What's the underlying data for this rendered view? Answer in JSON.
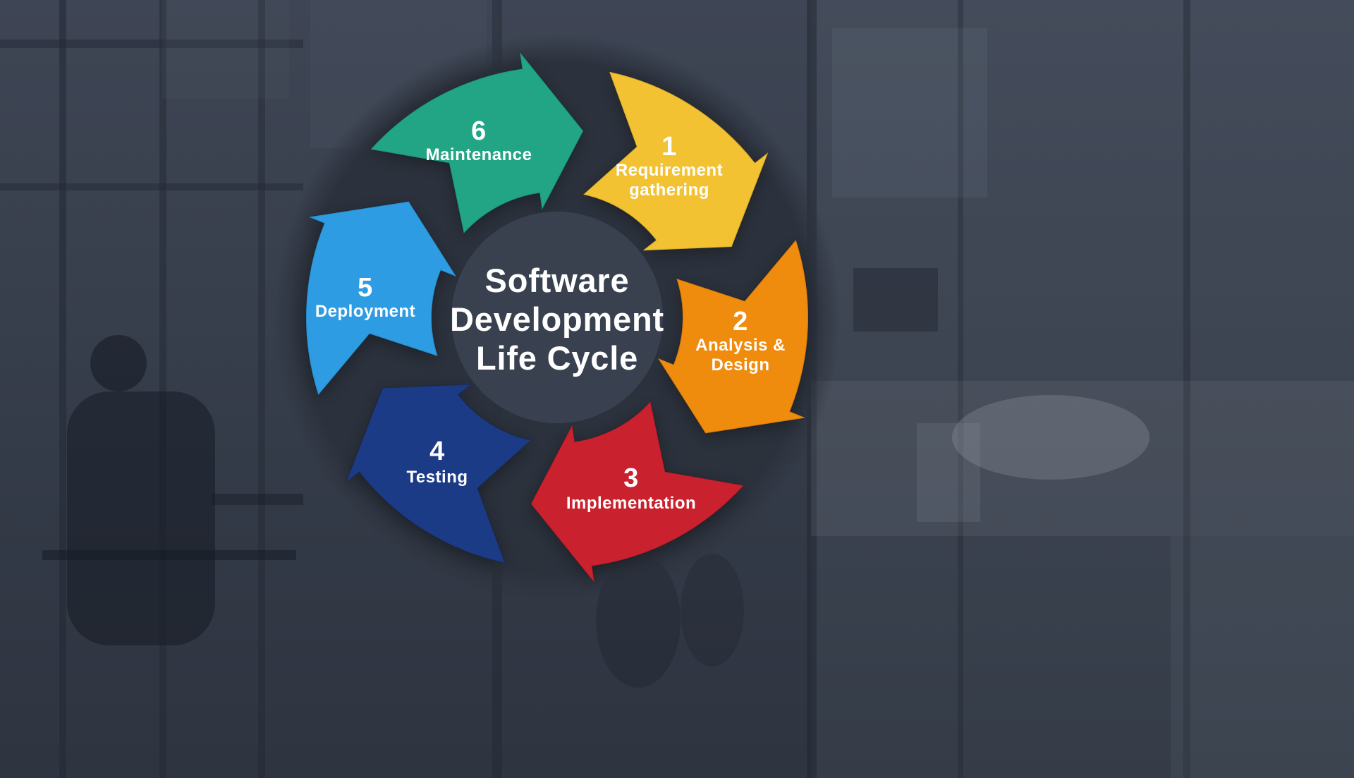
{
  "page": {
    "background_color": "#343B48"
  },
  "title": {
    "lines": [
      "Software",
      "Development",
      "Life Cycle"
    ]
  },
  "diagram": {
    "name": "Software Development Life Cycle",
    "backdrop_color": "#2B313C",
    "center_color": "#3B4351",
    "text_color": "#FFFFFF",
    "segments": [
      {
        "number": "1",
        "label_lines": [
          "Requirement",
          "gathering"
        ],
        "color": "#F2C233"
      },
      {
        "number": "2",
        "label_lines": [
          "Analysis &",
          "Design"
        ],
        "color": "#EF8B11"
      },
      {
        "number": "3",
        "label_lines": [
          "Implementation"
        ],
        "color": "#C9232E"
      },
      {
        "number": "4",
        "label_lines": [
          "Testing"
        ],
        "color": "#1F3B86"
      },
      {
        "number": "5",
        "label_lines": [
          "Deployment"
        ],
        "color": "#2E9CE3"
      },
      {
        "number": "6",
        "label_lines": [
          "Maintenance"
        ],
        "color": "#20A585"
      }
    ]
  }
}
